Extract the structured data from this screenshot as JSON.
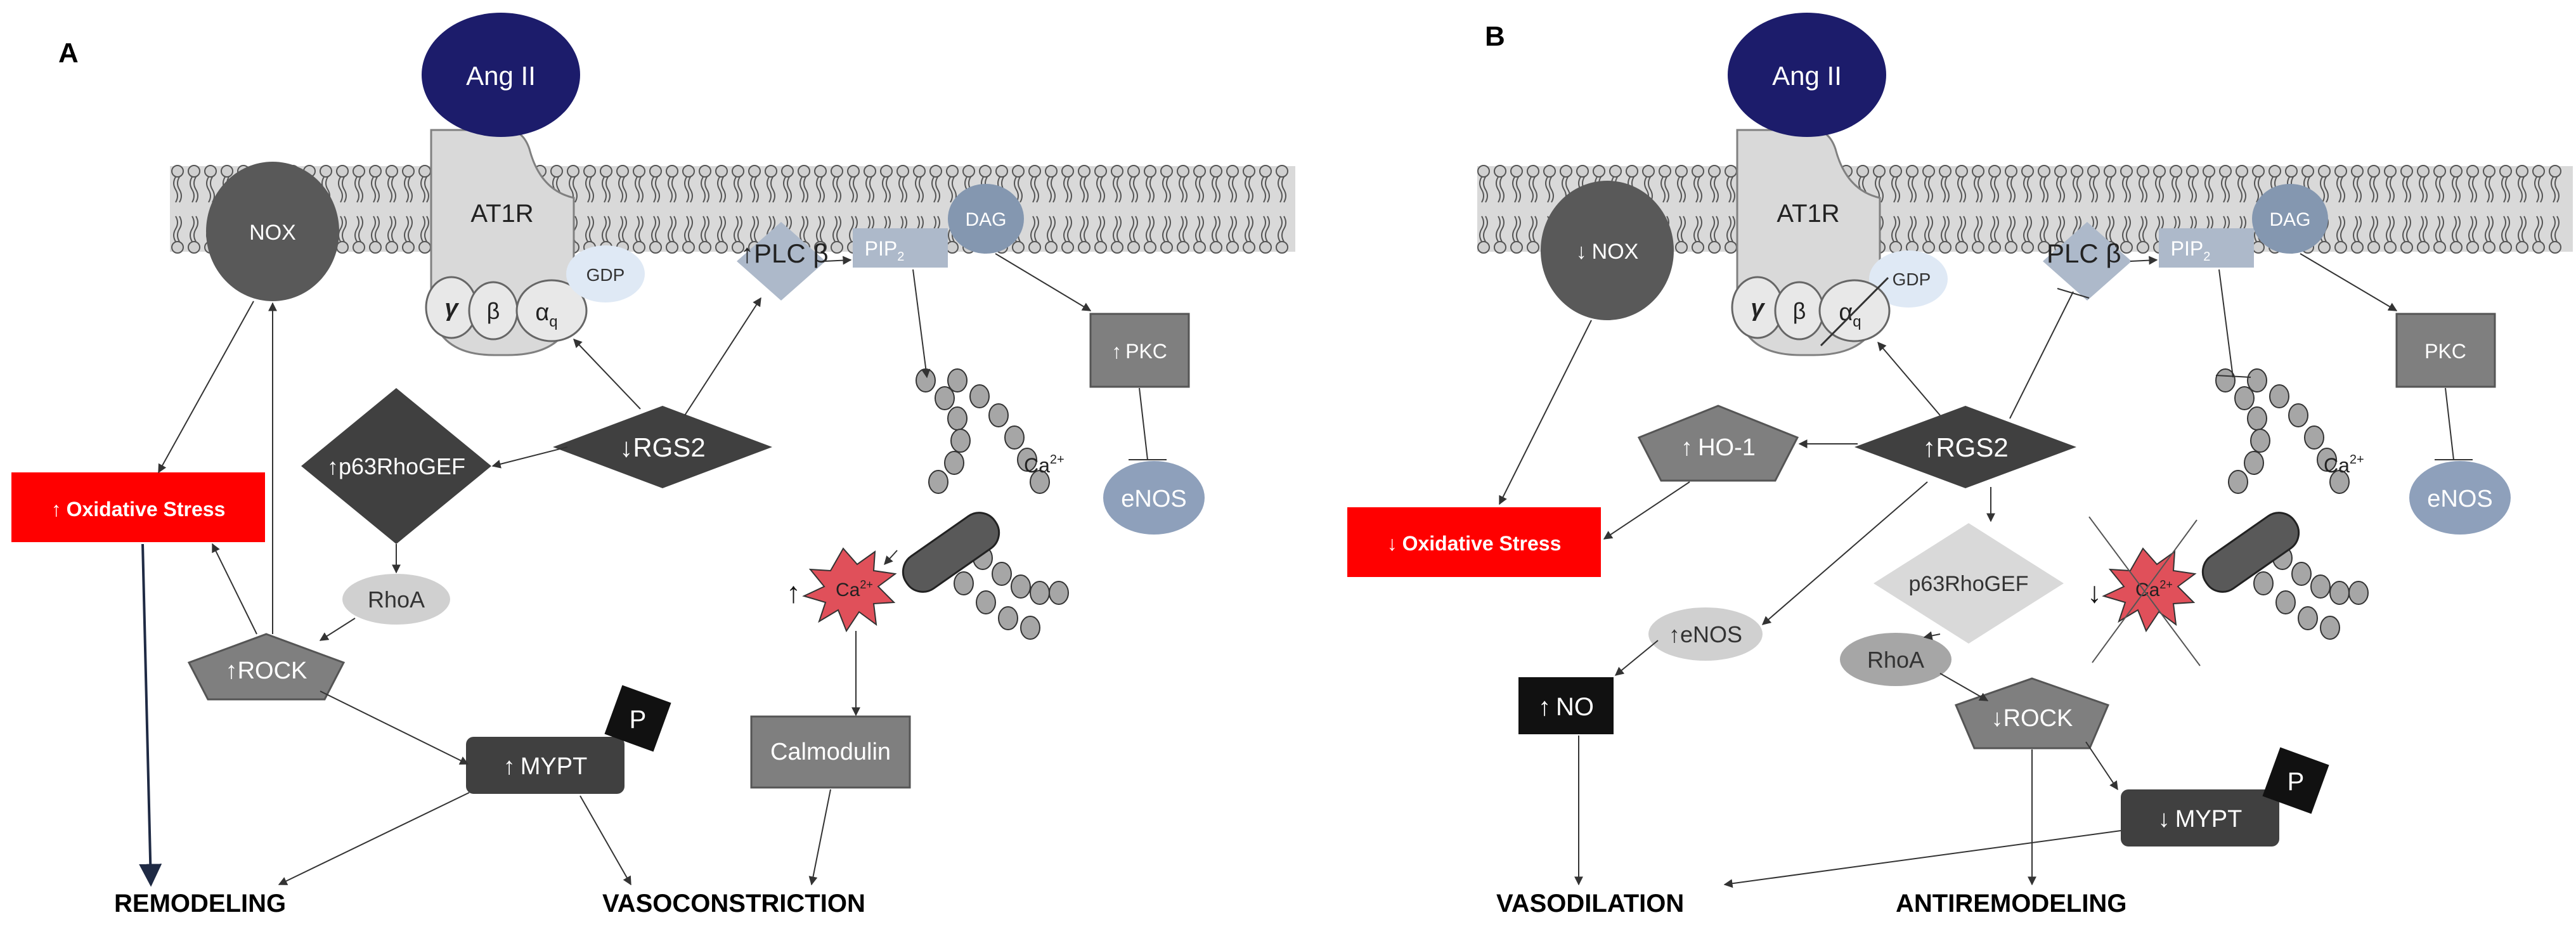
{
  "panel_a": {
    "label": "A",
    "ligand": "Ang II",
    "receptor": "AT1R",
    "nox": "NOX",
    "g_gamma": "γ",
    "g_beta": "β",
    "g_alpha": "α",
    "g_alpha_sub": "q",
    "gdp": "GDP",
    "plc": "PLC β",
    "pip": "PIP",
    "pip_sub": "2",
    "dag": "DAG",
    "pkc": "PKC",
    "enos": "eNOS",
    "rgs2": "RGS2",
    "p63": "p63RhoGEF",
    "rhoa": "RhoA",
    "rock": "ROCK",
    "mypt": "MYPT",
    "phospho": "P",
    "oxidative": "Oxidative Stress",
    "calcium": "Ca",
    "calcium_sup": "2+",
    "calmodulin": "Calmodulin",
    "outcome_left": "REMODELING",
    "outcome_right": "VASOCONSTRICTION"
  },
  "panel_b": {
    "label": "B",
    "ligand": "Ang II",
    "receptor": "AT1R",
    "nox": "NOX",
    "g_gamma": "γ",
    "g_beta": "β",
    "g_alpha": "α",
    "g_alpha_sub": "q",
    "gdp": "GDP",
    "plc": "PLC β",
    "pip": "PIP",
    "pip_sub": "2",
    "dag": "DAG",
    "pkc": "PKC",
    "enos_membrane": "eNOS",
    "rgs2": "RGS2",
    "ho1": "HO-1",
    "oxidative": "Oxidative Stress",
    "enos": "eNOS",
    "no": "NO",
    "p63": "p63RhoGEF",
    "rhoa": "RhoA",
    "rock": "ROCK",
    "mypt": "MYPT",
    "phospho": "P",
    "calcium": "Ca",
    "calcium_sup": "2+",
    "outcome_left": "VASODILATION",
    "outcome_right": "ANTIREMODELING"
  },
  "symbols": {
    "up": "↑",
    "down": "↓"
  },
  "colors": {
    "ligand": "#1c1c6b",
    "receptor": "#d9d9d9",
    "dark_node": "#404040",
    "mid_node": "#7f7f7f",
    "light_node": "#bfbfbf",
    "stress_red": "#ff0000",
    "blue_grey": "#8ea0bb",
    "calcium": "#e0505a",
    "membrane": "#d9d9d9"
  }
}
